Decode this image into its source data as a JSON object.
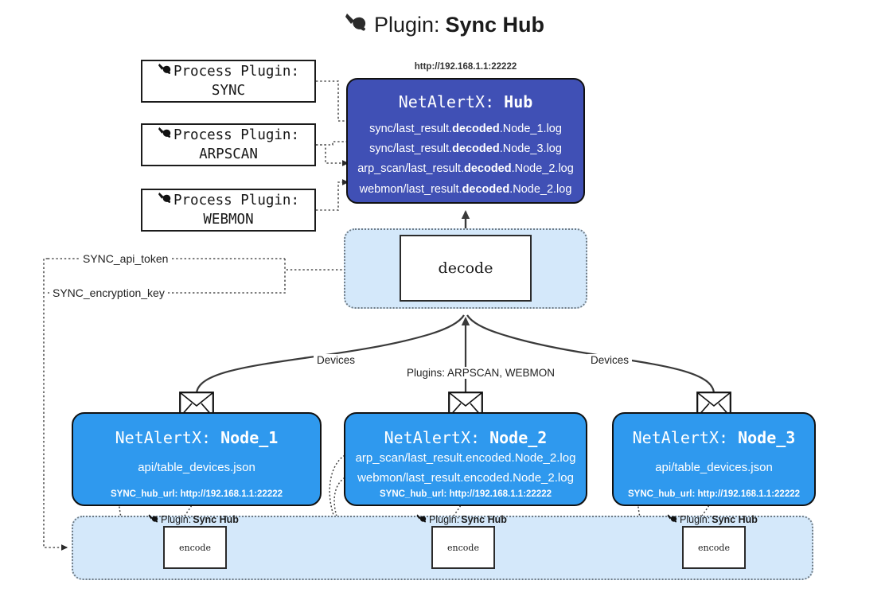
{
  "title": {
    "icon": "plug-icon",
    "prefix": "Plugin: ",
    "name": "Sync Hub"
  },
  "process_plugins": [
    {
      "icon": "plug-icon",
      "head": "Process Plugin:",
      "name": "SYNC"
    },
    {
      "icon": "plug-icon",
      "head": "Process Plugin:",
      "name": "ARPSCAN"
    },
    {
      "icon": "plug-icon",
      "head": "Process Plugin:",
      "name": "WEBMON"
    }
  ],
  "hub": {
    "url": "http://192.168.1.1:22222",
    "title_prefix": "NetAlertX: ",
    "title_name": "Hub",
    "logs": [
      {
        "pre": "sync/last_result.",
        "strong": "decoded",
        "post": ".Node_1.log"
      },
      {
        "pre": "sync/last_result.",
        "strong": "decoded",
        "post": ".Node_3.log"
      },
      {
        "pre": "arp_scan/last_result.",
        "strong": "decoded",
        "post": ".Node_2.log"
      },
      {
        "pre": "webmon/last_result.",
        "strong": "decoded",
        "post": ".Node_2.log"
      }
    ]
  },
  "decode": {
    "label": "decode"
  },
  "credentials": [
    {
      "label": "SYNC_api_token"
    },
    {
      "label": "SYNC_encryption_key"
    }
  ],
  "edge_labels": {
    "devices_left": "Devices",
    "devices_right": "Devices",
    "plugins_center": "Plugins: ARPSCAN, WEBMON"
  },
  "nodes": [
    {
      "icon": "envelope-icon",
      "title_prefix": "NetAlertX: ",
      "title_name": "Node_1",
      "lines": [
        {
          "pre": "api/table_devices.json",
          "strong": "",
          "post": ""
        }
      ],
      "foot": "SYNC_hub_url: http://192.168.1.1:22222"
    },
    {
      "icon": "envelope-icon",
      "title_prefix": "NetAlertX: ",
      "title_name": "Node_2",
      "lines": [
        {
          "pre": "arp_scan/last_result.encoded.Node_2.log",
          "strong": "",
          "post": ""
        },
        {
          "pre": "webmon/last_result.encoded.Node_2.log",
          "strong": "",
          "post": ""
        }
      ],
      "foot": "SYNC_hub_url: http://192.168.1.1:22222"
    },
    {
      "icon": "envelope-icon",
      "title_prefix": "NetAlertX: ",
      "title_name": "Node_3",
      "lines": [
        {
          "pre": "api/table_devices.json",
          "strong": "",
          "post": ""
        }
      ],
      "foot": "SYNC_hub_url: http://192.168.1.1:22222"
    }
  ],
  "encoders": [
    {
      "icon": "plug-icon",
      "cap_prefix": "Plugin: ",
      "cap_name": "Sync Hub",
      "label": "encode"
    },
    {
      "icon": "plug-icon",
      "cap_prefix": "Plugin: ",
      "cap_name": "Sync Hub",
      "label": "encode"
    },
    {
      "icon": "plug-icon",
      "cap_prefix": "Plugin: ",
      "cap_name": "Sync Hub",
      "label": "encode"
    }
  ],
  "colors": {
    "hub_fill": "#4050b5",
    "node_fill": "#2f99ee",
    "band_fill": "#d4e8fa",
    "stroke": "#111111"
  }
}
